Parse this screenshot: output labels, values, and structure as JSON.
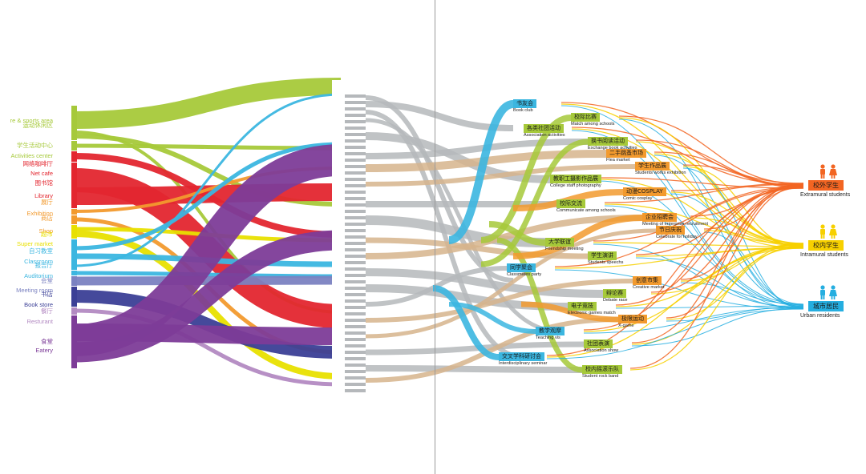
{
  "sources": [
    {
      "key": "sports",
      "zh": "运动休闲区",
      "en": "re & sports area",
      "color": "#a6c93a"
    },
    {
      "key": "activity",
      "zh": "学生活动中心",
      "en": "Activities center",
      "color": "#a6c93a"
    },
    {
      "key": "netcafe",
      "zh": "网络咖啡厅",
      "en": "Net cafe",
      "color": "#e3262f"
    },
    {
      "key": "library",
      "zh": "图书馆",
      "en": "Library",
      "color": "#e3262f"
    },
    {
      "key": "exhibition",
      "zh": "展厅",
      "en": "Exhibition",
      "color": "#f29a2e"
    },
    {
      "key": "shop",
      "zh": "商店",
      "en": "Shop",
      "color": "#f29a2e"
    },
    {
      "key": "supermarket",
      "zh": "超市",
      "en": "Super market",
      "color": "#e8e000"
    },
    {
      "key": "classroom",
      "zh": "自习教室",
      "en": "Classroom",
      "color": "#3bb6e0"
    },
    {
      "key": "auditorium",
      "zh": "报告厅",
      "en": "Auditorium",
      "color": "#3bb6e0"
    },
    {
      "key": "meeting",
      "zh": "会堂",
      "en": "Meeting room",
      "color": "#7b82c1"
    },
    {
      "key": "bookstore",
      "zh": "书店",
      "en": "Book store",
      "color": "#3b3f96"
    },
    {
      "key": "restaurant",
      "zh": "餐厅",
      "en": "Resturant",
      "color": "#b38ac2"
    },
    {
      "key": "eatery",
      "zh": "食堂",
      "en": "Eatery",
      "color": "#7d3c98"
    }
  ],
  "activities": [
    {
      "key": "book_club",
      "zh": "书友会",
      "en": "Book club",
      "color": "#3bb6e0"
    },
    {
      "key": "match",
      "zh": "校际比赛",
      "en": "Match among schools",
      "color": "#a6c93a"
    },
    {
      "key": "assoc",
      "zh": "各类社团活动",
      "en": "Association activities",
      "color": "#a6c93a"
    },
    {
      "key": "exchange_book",
      "zh": "换书阅读活动",
      "en": "Exchange book activities",
      "color": "#a6c93a"
    },
    {
      "key": "flea",
      "zh": "二手跳蚤市场",
      "en": "Flea market",
      "color": "#f29a2e"
    },
    {
      "key": "works",
      "zh": "学生作品展",
      "en": "Students works exhibition",
      "color": "#f29a2e"
    },
    {
      "key": "staff_photo",
      "zh": "教职工摄影作品展",
      "en": "College staff photography",
      "color": "#a6c93a"
    },
    {
      "key": "cosplay",
      "zh": "动漫COSPLAY",
      "en": "Comic cosplay",
      "color": "#f29a2e"
    },
    {
      "key": "communicate",
      "zh": "校际交流",
      "en": "Communicate among schools",
      "color": "#a6c93a"
    },
    {
      "key": "recruit",
      "zh": "企业招聘会",
      "en": "Meeting of enterprise recruitment",
      "color": "#f29a2e"
    },
    {
      "key": "holiday",
      "zh": "节日庆祝",
      "en": "Celebrate for holiday",
      "color": "#f29a2e"
    },
    {
      "key": "friendship",
      "zh": "大学联谊",
      "en": "Friendship meeting",
      "color": "#a6c93a"
    },
    {
      "key": "speech",
      "zh": "学生演讲",
      "en": "Students speechs",
      "color": "#a6c93a"
    },
    {
      "key": "alumni",
      "zh": "同学聚会",
      "en": "Classmates party",
      "color": "#3bb6e0"
    },
    {
      "key": "creative",
      "zh": "创意市集",
      "en": "Creative market",
      "color": "#f29a2e"
    },
    {
      "key": "debate",
      "zh": "辩论赛",
      "en": "Debate race",
      "color": "#a6c93a"
    },
    {
      "key": "egames",
      "zh": "电子竞技",
      "en": "Electronic games match",
      "color": "#a6c93a"
    },
    {
      "key": "xgame",
      "zh": "极限运动",
      "en": "X-game",
      "color": "#f29a2e"
    },
    {
      "key": "teaching",
      "zh": "教学观摩",
      "en": "Teaching vis",
      "color": "#3bb6e0"
    },
    {
      "key": "assoc_show",
      "zh": "社团表演",
      "en": "Association show",
      "color": "#a6c93a"
    },
    {
      "key": "seminar",
      "zh": "交叉学科研讨会",
      "en": "Interdisciplinary seminar",
      "color": "#3bb6e0"
    },
    {
      "key": "rockband",
      "zh": "校内摇滚乐队",
      "en": "Student rock band",
      "color": "#a6c93a"
    }
  ],
  "targets": [
    {
      "key": "extramural",
      "zh": "校外学生",
      "en": "Extramural students",
      "color": "#f26522"
    },
    {
      "key": "intramural",
      "zh": "校内学生",
      "en": "Intramural students",
      "color": "#f7d000"
    },
    {
      "key": "urban",
      "zh": "城市居民",
      "en": "Urban residents",
      "color": "#25aee0"
    }
  ],
  "colors": {
    "green": "#a6c93a",
    "red": "#e3262f",
    "orange": "#f29a2e",
    "yellow": "#e8e000",
    "cyan": "#3bb6e0",
    "lavender": "#7b82c1",
    "navy": "#3b3f96",
    "purple": "#7d3c98",
    "mauve": "#b38ac2",
    "grey": "#b5b8bb",
    "divider": "#9a9a9a"
  },
  "icons": [
    "person-male-icon",
    "person-female-icon"
  ]
}
